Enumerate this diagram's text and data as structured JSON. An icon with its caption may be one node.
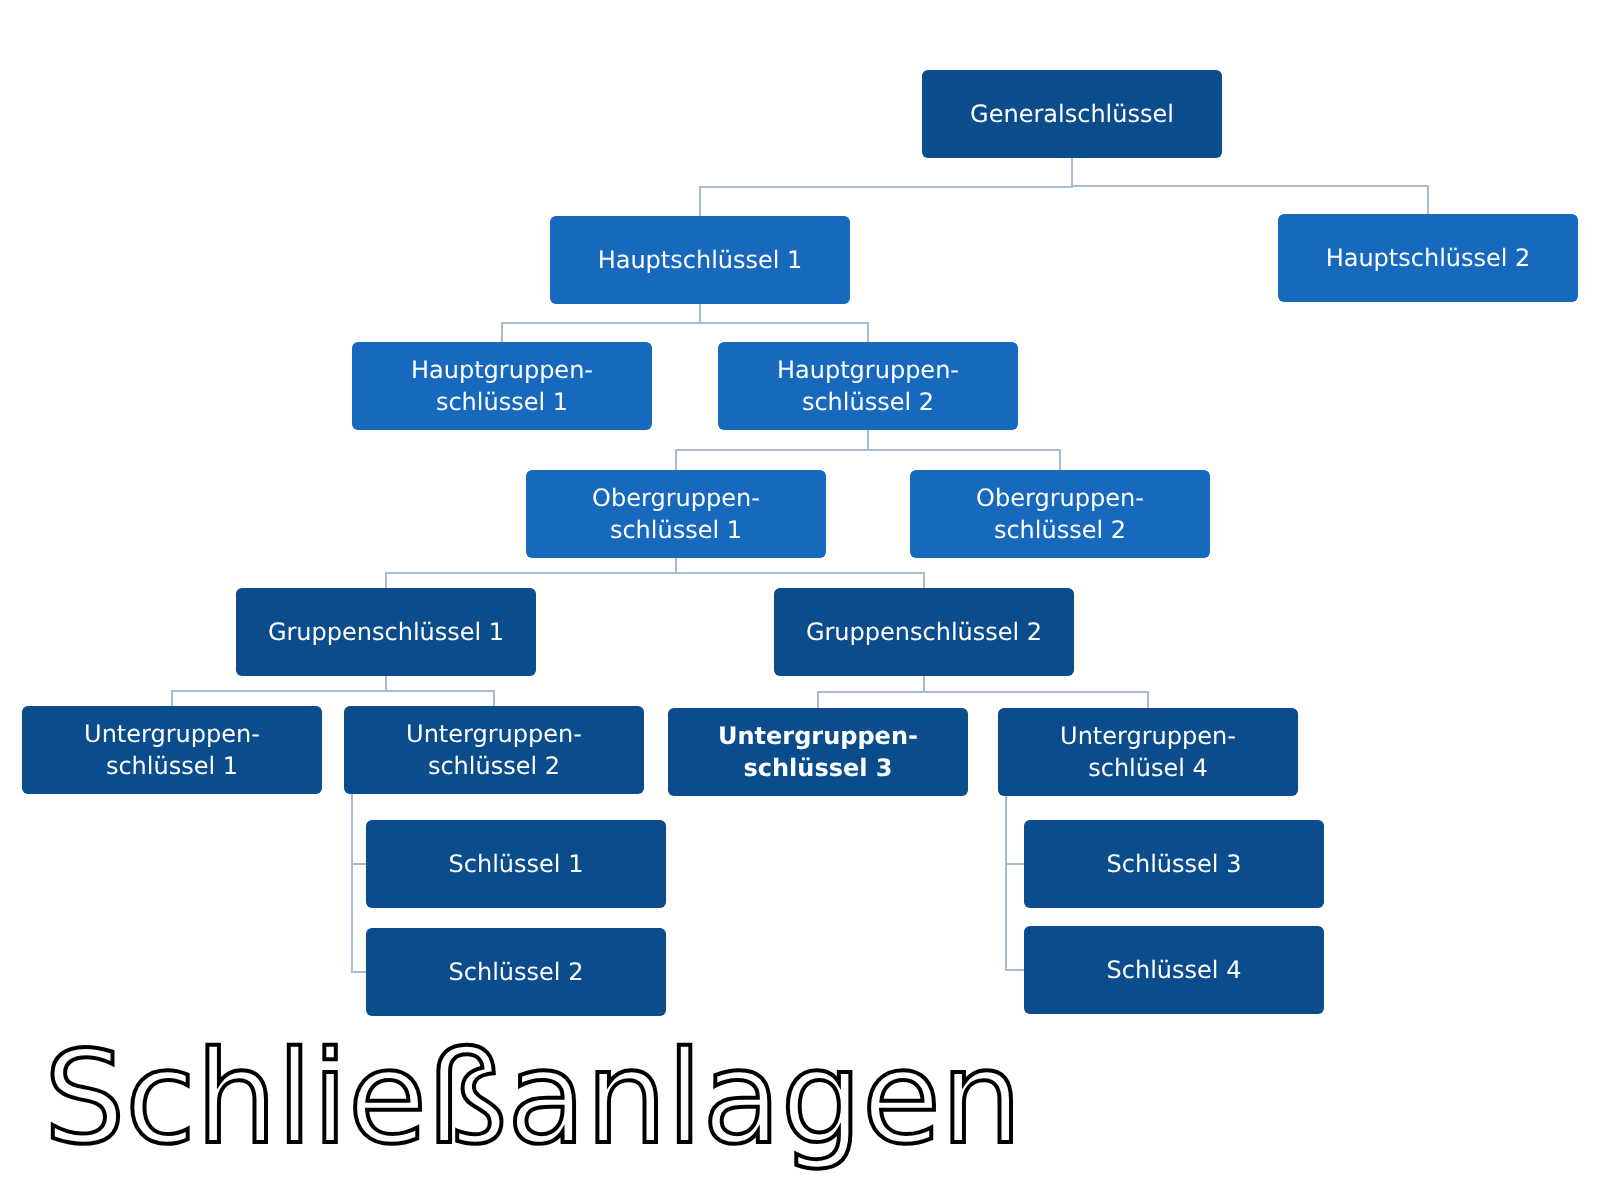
{
  "diagram": {
    "title": "Schließanlagen",
    "nodes": [
      {
        "text": [
          "Generalschlüssel"
        ]
      },
      {
        "text": [
          "Hauptschlüssel 1"
        ]
      },
      {
        "text": [
          "Hauptschlüssel 2"
        ]
      },
      {
        "text": [
          "Hauptgruppen- schlüssel 1"
        ]
      },
      {
        "text": [
          "Hauptgruppen- schlüssel 2"
        ]
      },
      {
        "text": [
          "Obergruppen- schlüssel 1"
        ]
      },
      {
        "text": [
          "Obergruppen- schlüssel 2"
        ]
      },
      {
        "text": [
          "Gruppenschlüssel 1"
        ]
      },
      {
        "text": [
          "Gruppenschlüssel 2"
        ]
      },
      {
        "text": [
          "Untergruppen- schlüssel 1"
        ]
      },
      {
        "text": [
          "Untergruppen- schlüssel 2"
        ]
      },
      {
        "text": [
          "Untergruppen- schlüssel 3"
        ]
      },
      {
        "text": [
          "Untergruppen- schlüsel 4"
        ]
      },
      {
        "text": [
          "Schlüssel 1"
        ]
      },
      {
        "text": [
          "Schlüssel 2"
        ]
      },
      {
        "text": [
          "Schlüssel 3"
        ]
      },
      {
        "text": [
          "Schlüssel 4"
        ]
      }
    ],
    "edges": [
      {
        "from": 0,
        "to": 1,
        "arrow": "none"
      },
      {
        "from": 0,
        "to": 2,
        "arrow": "none"
      },
      {
        "from": 1,
        "to": 3,
        "arrow": "none"
      },
      {
        "from": 1,
        "to": 4,
        "arrow": "none"
      },
      {
        "from": 4,
        "to": 5,
        "arrow": "none"
      },
      {
        "from": 4,
        "to": 6,
        "arrow": "none"
      },
      {
        "from": 5,
        "to": 7,
        "arrow": "none"
      },
      {
        "from": 5,
        "to": 8,
        "arrow": "none"
      },
      {
        "from": 7,
        "to": 9,
        "arrow": "none"
      },
      {
        "from": 7,
        "to": 10,
        "arrow": "none"
      },
      {
        "from": 8,
        "to": 11,
        "arrow": "none"
      },
      {
        "from": 8,
        "to": 12,
        "arrow": "none"
      },
      {
        "from": 10,
        "to": 13,
        "arrow": "none"
      },
      {
        "from": 10,
        "to": 14,
        "arrow": "none"
      },
      {
        "from": 12,
        "to": 15,
        "arrow": "none"
      },
      {
        "from": 12,
        "to": 16,
        "arrow": "none"
      }
    ]
  }
}
